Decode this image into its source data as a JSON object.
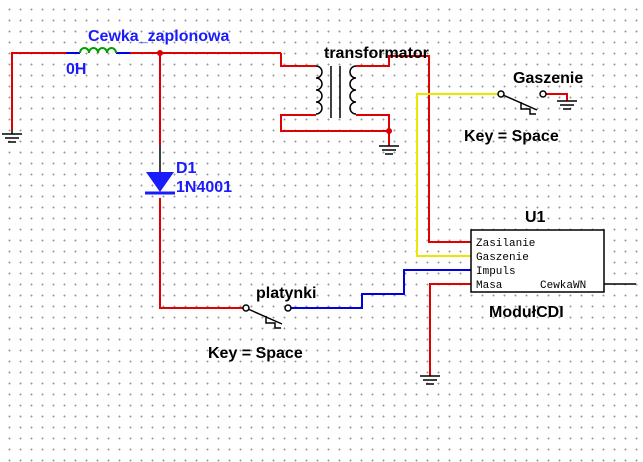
{
  "components": {
    "coil": {
      "name": "Cewka_zaplonowa",
      "value": "0H"
    },
    "transformer": {
      "name": "transformator"
    },
    "diode": {
      "ref": "D1",
      "model": "1N4001"
    },
    "switch_gaszenie": {
      "name": "Gaszenie",
      "key": "Key = Space"
    },
    "switch_platynki": {
      "name": "platynki",
      "key": "Key = Space"
    },
    "module": {
      "ref": "U1",
      "name": "ModułCDI",
      "pins": {
        "zasilanie": "Zasilanie",
        "gaszenie": "Gaszenie",
        "impuls": "Impuls",
        "masa": "Masa",
        "cewka": "CewkaWN"
      }
    }
  },
  "colors": {
    "wire_power": "#e00000",
    "wire_signal": "#0000e0",
    "wire_control": "#e8e800",
    "component": "#000000",
    "coil": "#00a000",
    "diode": "#1a1aff",
    "label_blue": "#1a1aff"
  }
}
